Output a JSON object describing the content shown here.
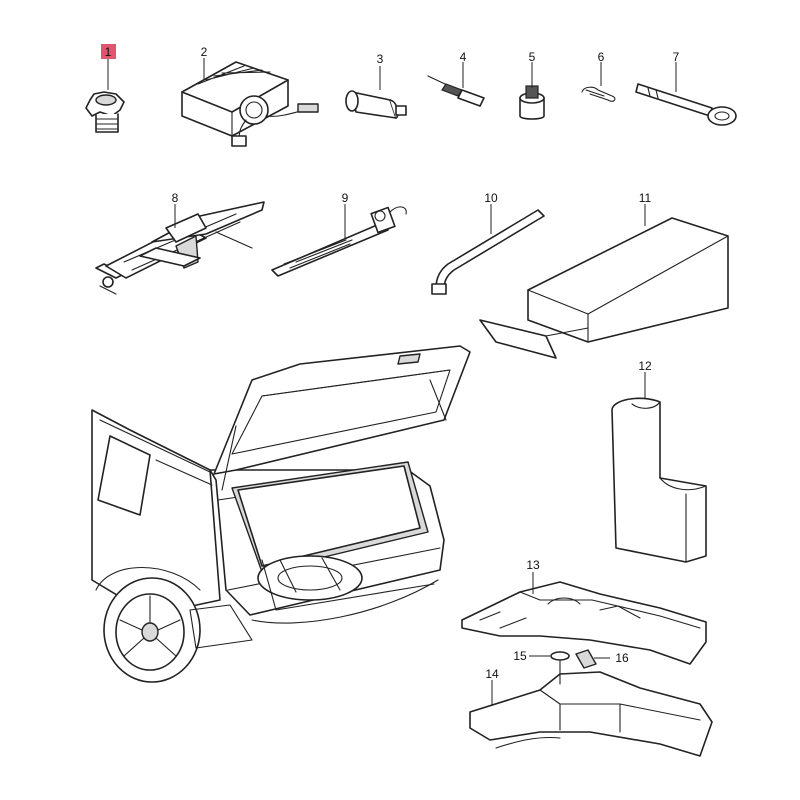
{
  "callouts": [
    {
      "id": "1",
      "label": "1",
      "highlighted": true
    },
    {
      "id": "2",
      "label": "2"
    },
    {
      "id": "3",
      "label": "3"
    },
    {
      "id": "4",
      "label": "4"
    },
    {
      "id": "5",
      "label": "5"
    },
    {
      "id": "6",
      "label": "6"
    },
    {
      "id": "7",
      "label": "7"
    },
    {
      "id": "8",
      "label": "8"
    },
    {
      "id": "9",
      "label": "9"
    },
    {
      "id": "10",
      "label": "10"
    },
    {
      "id": "11",
      "label": "11"
    },
    {
      "id": "12",
      "label": "12"
    },
    {
      "id": "13",
      "label": "13"
    },
    {
      "id": "14",
      "label": "14"
    },
    {
      "id": "15",
      "label": "15"
    },
    {
      "id": "16",
      "label": "16"
    }
  ],
  "colors": {
    "highlight": "#e0566f",
    "line": "#222222",
    "background": "#ffffff"
  }
}
